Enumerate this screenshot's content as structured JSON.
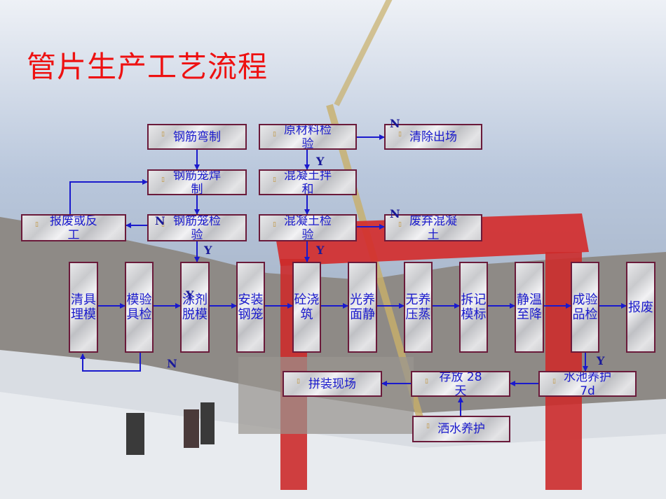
{
  "title": "管片生产工艺流程",
  "nodes": {
    "rebar_bend": "钢筋弯制",
    "raw_inspect": "原材料检验",
    "clear_out": "清除出场",
    "cage_weld": "钢筋笼焊制",
    "concrete_mix": "混凝土拌和",
    "scrap_rework": "报废或反工",
    "cage_inspect": "钢筋笼检验",
    "concrete_inspect": "混凝土检验",
    "discard_concrete": "废弃混凝土",
    "mold_clean": "清具理模",
    "mold_inspect": "模验具检",
    "release_agent": "涂剂脱模",
    "install_cage": "安装钢笼",
    "pour": "砼浇筑",
    "smooth": "光养面静",
    "steam": "无养压蒸",
    "demold": "拆记模标",
    "cool": "静温至降",
    "product_inspect": "成验品检",
    "scrap": "报废",
    "pool_cure": "水池养护 7d",
    "store": "存放 28 天",
    "assemble": "拼装现场",
    "water_cure": "洒水养护"
  },
  "labels": {
    "n1": "N",
    "n2": "N",
    "n3": "N",
    "n4": "N",
    "y1": "Y",
    "y2": "Y",
    "y3": "Y",
    "y4": "Y",
    "y5": "Y"
  },
  "colors": {
    "title": "#ee1111",
    "text": "#1a1acc",
    "arrow": "#1a1acc",
    "border": "#6a1a3a"
  }
}
